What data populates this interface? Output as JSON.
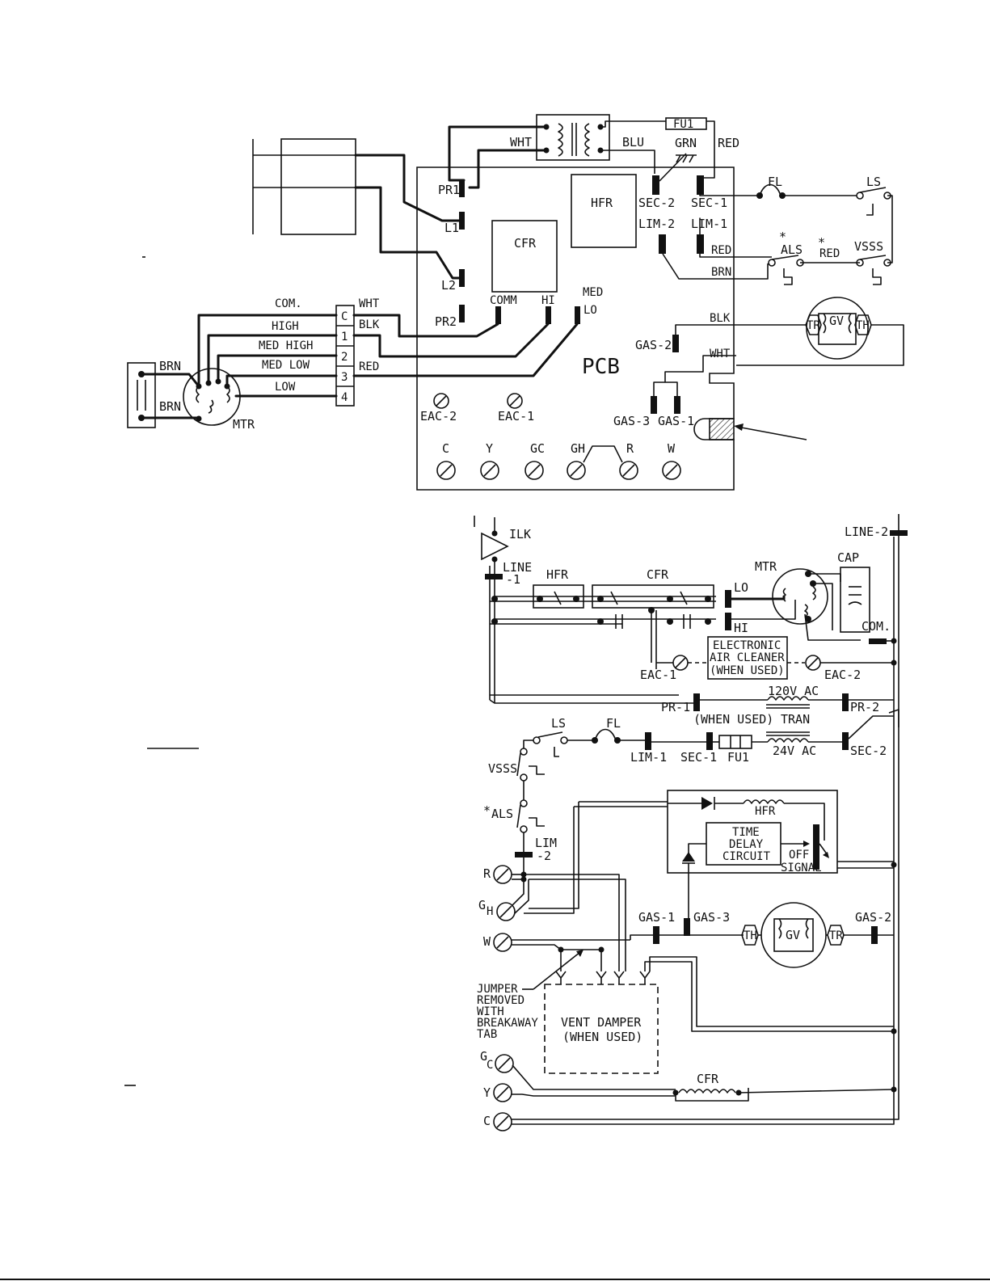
{
  "connection_diagram": {
    "board": "PCB",
    "transformer": {
      "wire_pri": "WHT",
      "wire_blu": "BLU",
      "wire_grn": "GRN",
      "wire_red": "RED",
      "fuse": "FU1"
    },
    "relays": {
      "hfr": "HFR",
      "cfr": "CFR"
    },
    "board_terminals": {
      "pr1": "PR1",
      "l1": "L1",
      "l2": "L2",
      "pr2": "PR2",
      "comm": "COMM",
      "hi": "HI",
      "med": "MED",
      "lo": "LO",
      "sec2": "SEC-2",
      "sec1": "SEC-1",
      "lim2": "LIM-2",
      "lim1": "LIM-1",
      "gas2": "GAS-2",
      "gas3": "GAS-3",
      "gas1": "GAS-1",
      "eac2": "EAC-2",
      "eac1": "EAC-1"
    },
    "thermostat_terminals": [
      "C",
      "Y",
      "GC",
      "GH",
      "R",
      "W"
    ],
    "safety": {
      "fl": "FL",
      "ls": "LS",
      "als": "ALS",
      "vsss": "VSSS",
      "red": "RED",
      "brn": "BRN",
      "blk": "BLK",
      "wht": "WHT",
      "star": "*"
    },
    "gas_valve": {
      "gv": "GV",
      "tr": "TR",
      "th": "TH"
    },
    "motor": {
      "name": "MTR",
      "capacitor_leads": [
        "BRN",
        "BRN"
      ],
      "speeds": [
        "COM.",
        "HIGH",
        "MED HIGH",
        "MED LOW",
        "LOW"
      ],
      "block": [
        "C",
        "1",
        "2",
        "3",
        "4"
      ],
      "wires": [
        "WHT",
        "BLK",
        "RED"
      ]
    }
  },
  "schematic": {
    "ilk": "ILK",
    "line1": "LINE",
    "line1b": "-1",
    "line2": "LINE-2",
    "hfr": "HFR",
    "cfr": "CFR",
    "mtr": "MTR",
    "cap": "CAP",
    "lo": "LO",
    "hi": "HI",
    "com": "COM.",
    "eac": {
      "line1": "ELECTRONIC",
      "line2": "AIR CLEANER",
      "line3": "(WHEN USED)",
      "eac1": "EAC-1",
      "eac2": "EAC-2"
    },
    "pr1": "PR-1",
    "pr2": "PR-2",
    "v120": "120V AC",
    "tran": "TRAN",
    "when_used": "(WHEN USED)",
    "v24": "24V AC",
    "ls": "LS",
    "fl": "FL",
    "lim1": "LIM-1",
    "sec1": "SEC-1",
    "fu1": "FU1",
    "sec2": "SEC-2",
    "vsss": "VSSS",
    "als": "ALS",
    "star": "*",
    "lim2a": "LIM",
    "lim2b": "-2",
    "tdc": {
      "line1": "TIME",
      "line2": "DELAY",
      "line3": "CIRCUIT",
      "off": "OFF",
      "signal": "SIGNAL",
      "hfr": "HFR"
    },
    "gas1": "GAS-1",
    "gas3": "GAS-3",
    "gas2": "GAS-2",
    "th": "TH",
    "gv": "GV",
    "tr": "TR",
    "r": "R",
    "gh_g": "G",
    "gh_h": "H",
    "w": "W",
    "jumper": [
      "JUMPER",
      "REMOVED",
      "WITH",
      "BREAKAWAY",
      "TAB"
    ],
    "vent": [
      "VENT DAMPER",
      "(WHEN USED)"
    ],
    "gc_g": "G",
    "gc_c": "C",
    "y": "Y",
    "c": "C",
    "cfr_coil": "CFR"
  }
}
